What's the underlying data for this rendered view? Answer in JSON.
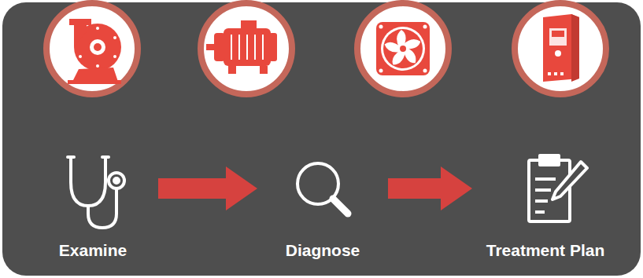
{
  "diagram": {
    "nodes": [
      {
        "text": [
          "Examine"
        ]
      },
      {
        "text": [
          "Diagnose"
        ]
      },
      {
        "text": [
          "Treatment Plan"
        ]
      }
    ],
    "edges": [
      {
        "from": 0,
        "to": 1,
        "arrow": "to"
      },
      {
        "from": 1,
        "to": 2,
        "arrow": "to"
      }
    ]
  }
}
